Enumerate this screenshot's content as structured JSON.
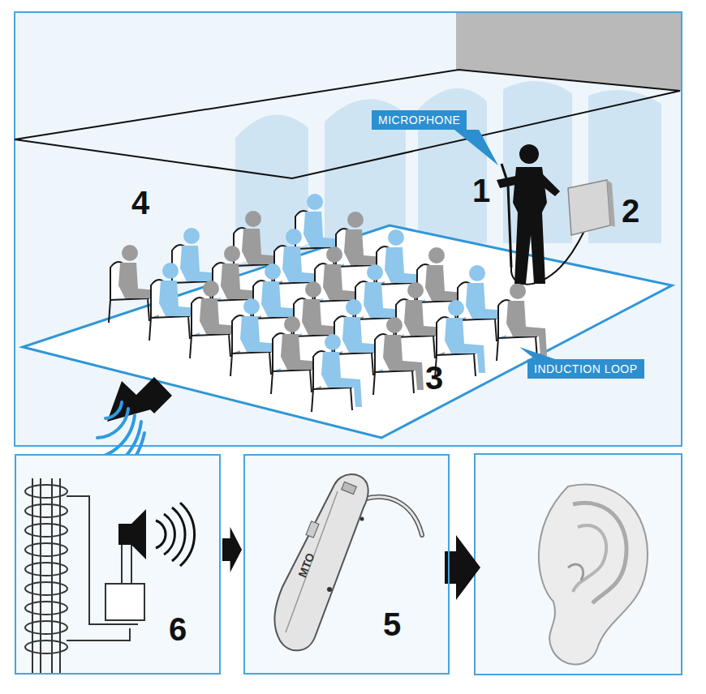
{
  "diagram": {
    "nodes": [
      {
        "text": [
          "MICROPHONE"
        ]
      },
      {
        "text": [
          "INDUCTION LOOP"
        ]
      },
      {
        "text": [
          "6"
        ]
      },
      {
        "text": [
          "5"
        ]
      }
    ],
    "edges": [
      {
        "from": 2,
        "to": 3,
        "arrow": "to"
      }
    ],
    "labels": [
      "4",
      "1",
      "2",
      "3",
      "MTO"
    ]
  }
}
